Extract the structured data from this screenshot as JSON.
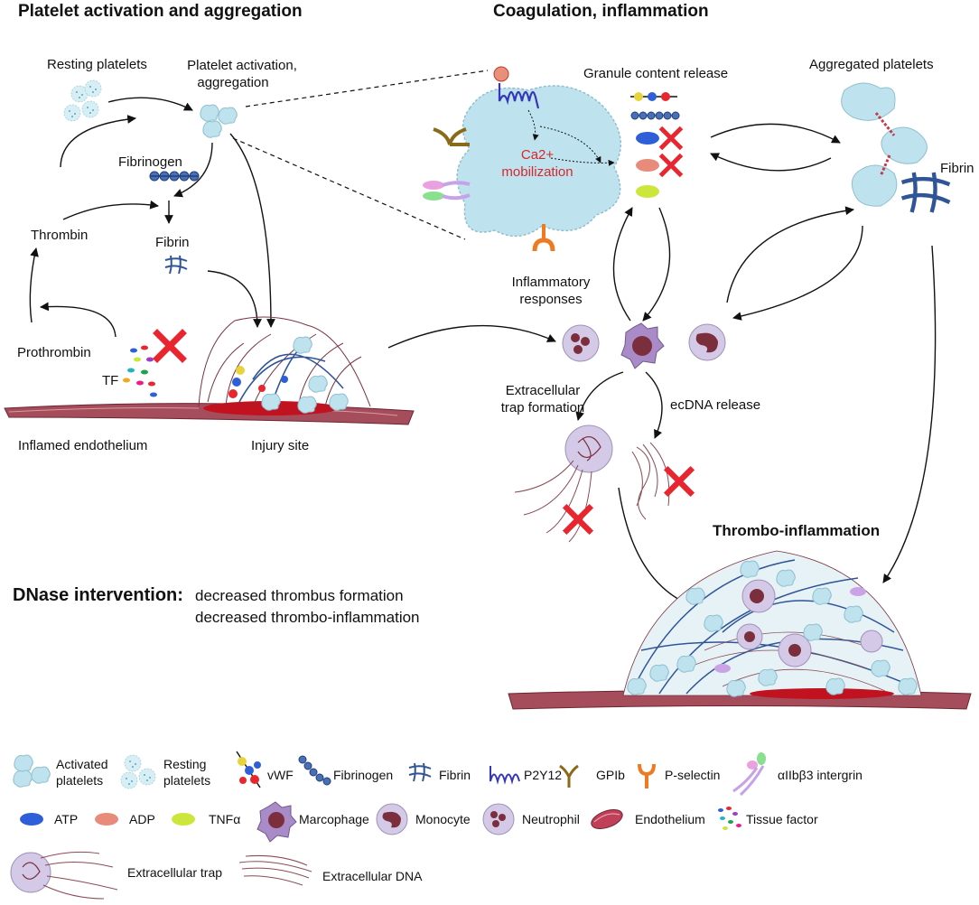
{
  "titles": {
    "left": "Platelet activation and aggregation",
    "right": "Coagulation, inflammation"
  },
  "labels": {
    "resting_platelets": "Resting platelets",
    "platelet_activation_1": "Platelet activation,",
    "platelet_activation_2": "aggregation",
    "fibrinogen": "Fibrinogen",
    "thrombin": "Thrombin",
    "fibrin_left": "Fibrin",
    "prothrombin": "Prothrombin",
    "tf": "TF",
    "inflamed_endothelium": "Inflamed endothelium",
    "injury_site": "Injury site",
    "ca_mobilization_1": "Ca2+",
    "ca_mobilization_2": "mobilization",
    "granule_release": "Granule content release",
    "aggregated_platelets": "Aggregated platelets",
    "fibrin_right": "Fibrin",
    "inflammatory_1": "Inflammatory",
    "inflammatory_2": "responses",
    "extracellular_trap_1": "Extracellular",
    "extracellular_trap_2": "trap formation",
    "ecdna_release": "ecDNA release",
    "thrombo_inflammation": "Thrombo-inflammation"
  },
  "dnase": {
    "heading": "DNase intervention:",
    "line1": "decreased thrombus formation",
    "line2": "decreased thrombo-inflammation"
  },
  "legend": {
    "activated_1": "Activated",
    "activated_2": "platelets",
    "resting_1": "Resting",
    "resting_2": "platelets",
    "vwf": "vWF",
    "fibrinogen": "Fibrinogen",
    "fibrin": "Fibrin",
    "p2y12": "P2Y12",
    "gpib": "GPIb",
    "pselectin": "P-selectin",
    "integrin": "αIIbβ3 intergrin",
    "atp": "ATP",
    "adp": "ADP",
    "tnfa": "TNFα",
    "macrophage": "Marcophage",
    "monocyte": "Monocyte",
    "neutrophil": "Neutrophil",
    "endothelium": "Endothelium",
    "tissue_factor": "Tissue factor",
    "extracellular_trap": "Extracellular trap",
    "extracellular_dna": "Extracellular DNA"
  },
  "colors": {
    "platelet": "#bfe3ee",
    "platelet_edge": "#8fbfcf",
    "fibrin": "#2f5597",
    "fibrinogen": "#4a6fb5",
    "arrow": "#111111",
    "red_x": "#e8262f",
    "red_text": "#d8262a",
    "atp": "#2f5fd8",
    "adp": "#e88b7a",
    "tnfa": "#cde63c",
    "endothelium": "#a54d5b",
    "blood": "#c1121f",
    "cell": "#d4c9e6",
    "nucleus": "#7b2f3d",
    "p2y12": "#3536b8",
    "gpib": "#8a6a1a",
    "pselectin": "#ee7b22"
  },
  "icons": [
    "activated-platelet-icon",
    "resting-platelet-icon",
    "vwf-icon",
    "fibrinogen-icon",
    "fibrin-icon",
    "p2y12-icon",
    "gpib-icon",
    "pselectin-icon",
    "integrin-icon",
    "atp-icon",
    "adp-icon",
    "tnfa-icon",
    "macrophage-icon",
    "monocyte-icon",
    "neutrophil-icon",
    "endothelium-icon",
    "tissue-factor-icon",
    "extracellular-trap-icon",
    "extracellular-dna-icon",
    "blocked-x-icon"
  ]
}
